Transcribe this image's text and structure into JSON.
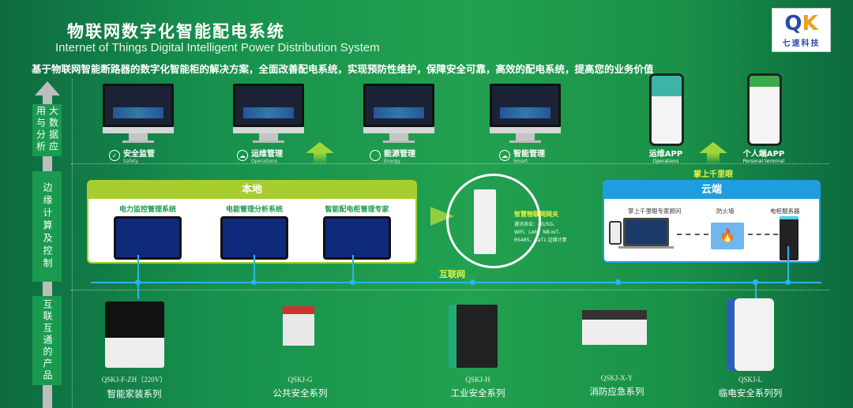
{
  "header": {
    "title": "物联网数字化智能配电系统",
    "subtitle": "Internet of Things Digital Intelligent Power Distribution System",
    "description": "基于物联网智能断路器的数字化智能柜的解决方案，全面改善配电系统，实现预防性维护，保障安全可靠，高效的配电系统，提高您的业务价值"
  },
  "logo": {
    "mark": "QK",
    "name": "七速科技"
  },
  "layers": [
    "大数据应用与分析",
    "边缘计算及控制",
    "互联互通的产品"
  ],
  "layer_text": [
    "用与分析",
    "大数据应",
    "边缘计算及控制",
    "互联互通的产品"
  ],
  "apps": [
    {
      "icon": "shield-icon",
      "label": "安全监管",
      "en": "Safety"
    },
    {
      "icon": "operations-icon",
      "label": "运维管理",
      "en": "Operations"
    },
    {
      "icon": "bulb-icon",
      "label": "能源管理",
      "en": "Energy"
    },
    {
      "icon": "cloud-icon",
      "label": "智能管理",
      "en": "Smart"
    }
  ],
  "phones": [
    {
      "label": "运维APP",
      "en": "Operations"
    },
    {
      "label": "个人端APP",
      "en": "Personal terminal"
    }
  ],
  "local": {
    "title": "本地",
    "systems": [
      "电力监控管理系统",
      "电能管理分析系统",
      "智能配电柜管理专家"
    ]
  },
  "gateway": {
    "title": "智慧物联网网关",
    "lines": [
      "通讯协议：4G/5G、",
      "WiFi、LAN、NB-IoT、",
      "RS485、CaT1 边缘计算"
    ]
  },
  "cloud": {
    "caption": "掌上千里眼",
    "title": "云端",
    "items": [
      "掌上千里眼专家顾问",
      "防火墙",
      "电柜服务器"
    ]
  },
  "network": {
    "label": "互联网"
  },
  "products": [
    {
      "model": "QSKJ-F-ZH（220V）",
      "name": "智能家装系列"
    },
    {
      "model": "QSKJ-G",
      "name": "公共安全系列"
    },
    {
      "model": "QSKJ-H",
      "name": "工业安全系列"
    },
    {
      "model": "QSKJ-X-Y",
      "name": "消防应急系列"
    },
    {
      "model": "QSKJ-L",
      "name": "临电安全系列列"
    }
  ]
}
